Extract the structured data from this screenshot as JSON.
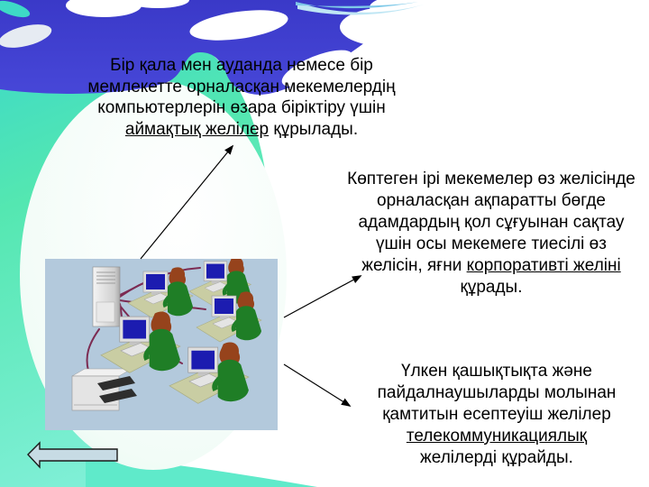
{
  "slide": {
    "kind": "presentation-slide",
    "language": "kk"
  },
  "text_blocks": {
    "regional": {
      "lines": [
        [
          {
            "text": "Бір қала мен ауданда немесе бір"
          }
        ],
        [
          {
            "text": "мемлекетте орналасқан мекемелердің"
          }
        ],
        [
          {
            "text": "компьютерлерін өзара біріктіру үшін"
          }
        ],
        [
          {
            "text": "аймақтық желілер",
            "underline": true
          },
          {
            "text": " құрылады."
          }
        ]
      ]
    },
    "corporate": {
      "lines": [
        [
          {
            "text": "Көптеген ірі мекемелер өз желісінде"
          }
        ],
        [
          {
            "text": "орналасқан ақпаратты бөгде"
          }
        ],
        [
          {
            "text": "адамдардың қол сұғуынан сақтау"
          }
        ],
        [
          {
            "text": "үшін осы мекемеге тиесілі өз"
          }
        ],
        [
          {
            "text": "желісін, яғни "
          },
          {
            "text": "корпоративті желіні",
            "underline": true
          }
        ],
        [
          {
            "text": "құрады."
          }
        ]
      ]
    },
    "telecom": {
      "lines": [
        [
          {
            "text": "Үлкен қашықтықта және"
          }
        ],
        [
          {
            "text": "пайдалнаушыларды молынан"
          }
        ],
        [
          {
            "text": "қамтитын есептеуіш желілер"
          }
        ],
        [
          {
            "text": "телекоммуникациялық",
            "underline": true
          }
        ],
        [
          {
            "text": "желілерді құрайды."
          }
        ]
      ]
    }
  },
  "graphics": {
    "network_clipart": "five users at desktop computers wired to a server tower and a printer",
    "back_arrow": "left-pointing block arrow navigation button",
    "connectors": [
      {
        "from": "clipart",
        "to": "regional-text"
      },
      {
        "from": "clipart",
        "to": "corporate-text"
      },
      {
        "from": "clipart",
        "to": "telecom-text"
      }
    ]
  },
  "colors": {
    "wave_blue": "#4140CF",
    "teal_top": "#3EDAC6",
    "spring_green": "#54E7B1",
    "green_light": "#7FEFD6",
    "wisp_blue": "#7EC9E8",
    "pale_ellipse": "#DFF8EC",
    "clipart_background": "#B3C9DC",
    "desk": "#C9CDA3",
    "screen_blue": "#1C1CB0",
    "cable_maroon": "#7C2B52",
    "shirt_green": "#1F7E26",
    "hair_brown": "#96431C",
    "back_arrow_fill": "#C7DBE4",
    "text": "#000000"
  }
}
